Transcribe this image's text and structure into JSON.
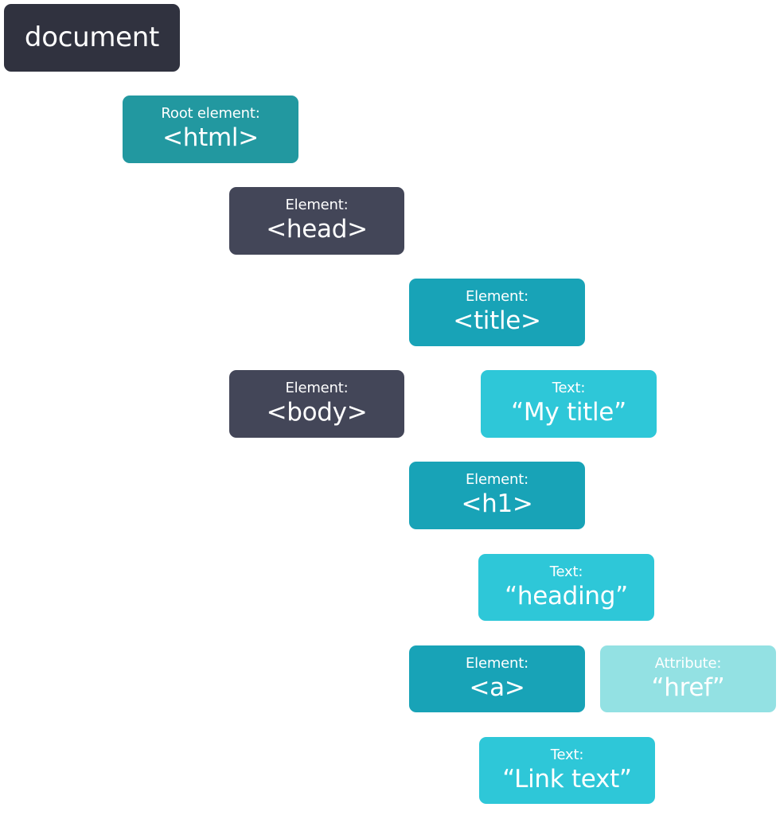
{
  "nodes": {
    "document": {
      "value": "document"
    },
    "html": {
      "label": "Root element:",
      "value": "<html>"
    },
    "head": {
      "label": "Element:",
      "value": "<head>"
    },
    "title": {
      "label": "Element:",
      "value": "<title>"
    },
    "body": {
      "label": "Element:",
      "value": "<body>"
    },
    "title_text": {
      "label": "Text:",
      "value": "“My title”"
    },
    "h1": {
      "label": "Element:",
      "value": "<h1>"
    },
    "heading_text": {
      "label": "Text:",
      "value": "“heading”"
    },
    "a": {
      "label": "Element:",
      "value": "<a>"
    },
    "href": {
      "label": "Attribute:",
      "value": "“href”"
    },
    "link_text": {
      "label": "Text:",
      "value": "“Link text”"
    }
  },
  "colors": {
    "document": "#30323f",
    "root_element": "#2298a0",
    "head_body_element": "#434658",
    "element": "#18a3b7",
    "text": "#2ec7d8",
    "attribute": "#93e1e3"
  }
}
